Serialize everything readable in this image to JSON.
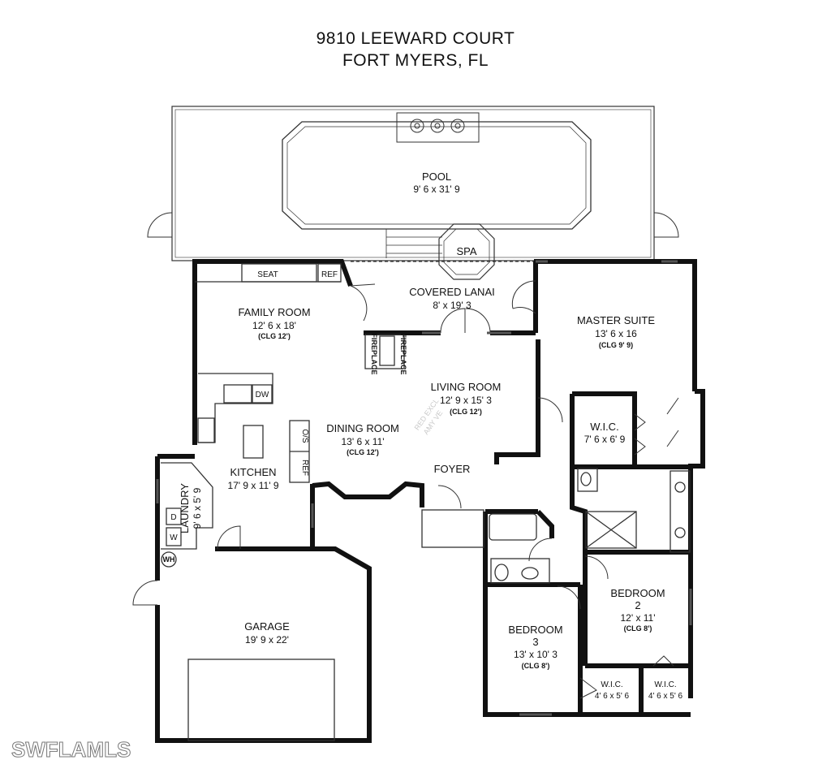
{
  "header": {
    "address_line1": "9810 LEEWARD COURT",
    "address_line2": "FORT MYERS, FL"
  },
  "rooms": {
    "pool": {
      "name": "POOL",
      "dim": "9' 6 x 31' 9"
    },
    "spa": {
      "name": "SPA"
    },
    "covered_lanai": {
      "name": "COVERED LANAI",
      "dim": "8' x 19' 3"
    },
    "family_room": {
      "name": "FAMILY ROOM",
      "dim": "12' 6 x 18'",
      "clg": "(CLG 12')"
    },
    "master_suite": {
      "name": "MASTER SUITE",
      "dim": "13' 6 x 16",
      "clg": "(CLG 9' 9)"
    },
    "living_room": {
      "name": "LIVING ROOM",
      "dim": "12' 9 x 15' 3",
      "clg": "(CLG 12')"
    },
    "dining_room": {
      "name": "DINING ROOM",
      "dim": "13' 6 x 11'",
      "clg": "(CLG 12')"
    },
    "kitchen": {
      "name": "KITCHEN",
      "dim": "17' 9 x 11' 9"
    },
    "laundry": {
      "name": "LAUNDRY",
      "dim": "9' 6 x 5' 9"
    },
    "foyer": {
      "name": "FOYER"
    },
    "wic_master": {
      "name": "W.I.C.",
      "dim": "7' 6 x 6' 9"
    },
    "bedroom2": {
      "name": "BEDROOM",
      "number": "2",
      "dim": "12' x 11'",
      "clg": "(CLG 8')"
    },
    "bedroom3": {
      "name": "BEDROOM",
      "number": "3",
      "dim": "13' x 10' 3",
      "clg": "(CLG 8')"
    },
    "wic_b3": {
      "name": "W.I.C.",
      "dim": "4' 6 x 5' 6"
    },
    "wic_b2": {
      "name": "W.I.C.",
      "dim": "4' 6 x 5' 6"
    },
    "garage": {
      "name": "GARAGE",
      "dim": "19' 9 x 22'"
    }
  },
  "fixtures": {
    "seat": "SEAT",
    "ref_family": "REF",
    "ref_kitchen": "REF",
    "dw": "DW",
    "ovs": "O/S",
    "fireplace": "FIREPLACE",
    "washer": "W",
    "dryer": "D",
    "water_heater": "WH"
  },
  "watermark": {
    "brand": "SWFLAMLS",
    "faint_line1": "RED EXCL",
    "faint_line2": "AMY VE"
  },
  "colors": {
    "wall": "#111111",
    "thin": "#333333",
    "background": "#ffffff"
  }
}
